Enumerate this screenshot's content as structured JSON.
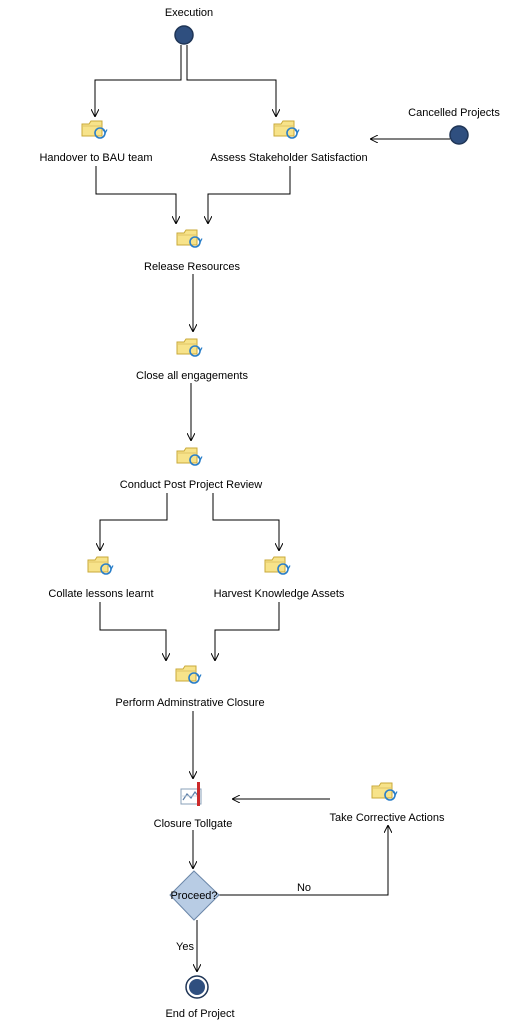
{
  "diagram": {
    "start_label": "Execution",
    "cancelled_label": "Cancelled Projects",
    "end_label": "End of Project",
    "tasks": {
      "handover": "Handover to BAU team",
      "assess": "Assess Stakeholder Satisfaction",
      "release": "Release Resources",
      "close_engagements": "Close all engagements",
      "post_review": "Conduct Post Project Review",
      "collate": "Collate lessons learnt",
      "harvest": "Harvest Knowledge Assets",
      "admin_closure": "Perform Adminstrative Closure",
      "tollgate": "Closure Tollgate",
      "corrective": "Take Corrective Actions"
    },
    "decision": {
      "label": "Proceed?",
      "no_label": "No",
      "yes_label": "Yes"
    }
  },
  "colors": {
    "node_fill": "#2f4f7f",
    "node_stroke": "#1f3556",
    "folder_fill": "#f7e38a",
    "folder_stroke": "#c9a93a",
    "cycle_arrow": "#2a7fc9",
    "decision_fill": "#b8cce4",
    "decision_stroke": "#6a86a8",
    "tollgate_red": "#cc2a2a"
  }
}
